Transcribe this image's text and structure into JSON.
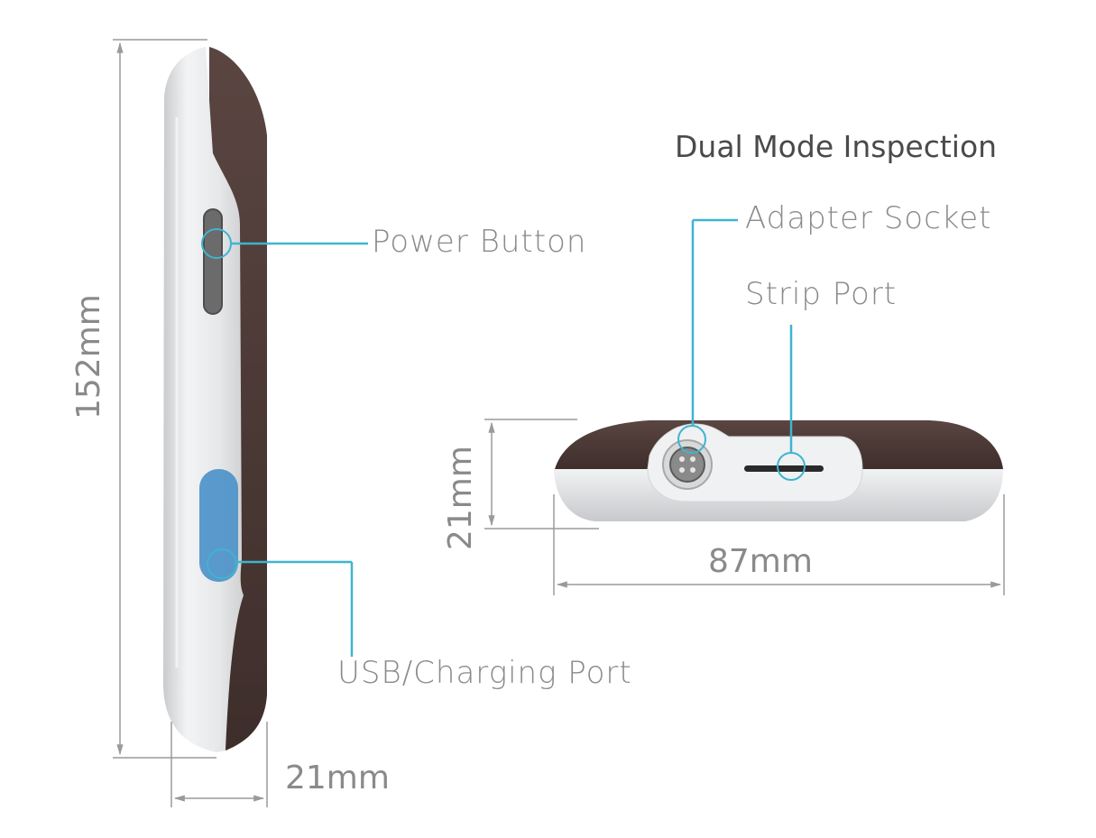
{
  "title": "Dual Mode Inspection",
  "labels": {
    "power_button": "Power Button",
    "usb_port": "USB/Charging Port",
    "adapter_socket": "Adapter Socket",
    "strip_port": "Strip Port"
  },
  "dimensions": {
    "side_height": "152mm",
    "side_depth": "21mm",
    "end_height": "21mm",
    "end_width": "87mm"
  },
  "colors": {
    "callout": "#3fb4cf",
    "dimension_line": "#9a9a9a",
    "device_body": "#4e3a36",
    "device_shell": "#e9eaec",
    "usb_cover": "#4a90c8"
  }
}
